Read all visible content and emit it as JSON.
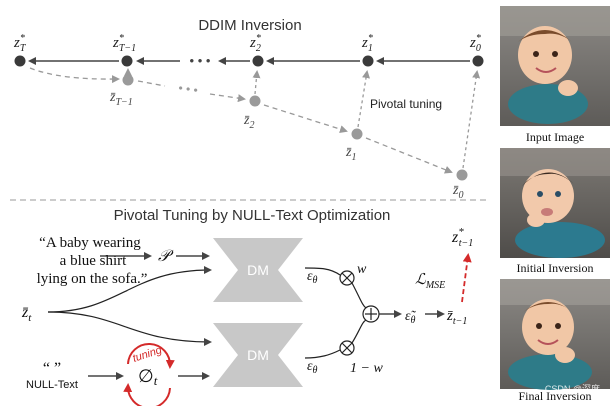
{
  "top_title": "DDIM Inversion",
  "bottom_title": "Pivotal Tuning by NULL-Text Optimization",
  "pivotal_label": "Pivotal tuning",
  "top_nodes": {
    "zT": {
      "base": "z",
      "sub": "T",
      "sup": "*"
    },
    "zT1": {
      "base": "z",
      "sub": "T−1",
      "sup": "*"
    },
    "z2": {
      "base": "z",
      "sub": "2",
      "sup": "*"
    },
    "z1": {
      "base": "z",
      "sub": "1",
      "sup": "*"
    },
    "z0": {
      "base": "z",
      "sub": "0",
      "sup": "*"
    }
  },
  "bar_nodes": {
    "zT1": {
      "base": "z̄",
      "sub": "T−1"
    },
    "z2": {
      "base": "z̄",
      "sub": "2"
    },
    "z1": {
      "base": "z̄",
      "sub": "1"
    },
    "z0": {
      "base": "z̄",
      "sub": "0"
    }
  },
  "dots": "• • •",
  "prompt_lines": [
    "“A baby wearing",
    "a blue shirt",
    "lying on the sofa.”"
  ],
  "prompt_symbol": "𝒫",
  "null_quote": "“ ”",
  "null_label": "NULL-Text",
  "tuning_label": "tuning",
  "phi_label": "∅",
  "phi_sub": "t",
  "zt_input": {
    "base": "z̄",
    "sub": "t"
  },
  "dm_label": "DM",
  "eps_label": "ε",
  "eps_sub": "θ",
  "w_label": "w",
  "one_minus_w": "1 − w",
  "times_symbol": "⊗",
  "plus_symbol": "⊕",
  "eps_tilde": {
    "base": "ε̃",
    "sub": "θ"
  },
  "zt1_bar": {
    "base": "z̄",
    "sub": "t−1"
  },
  "zt1_star": {
    "base": "z",
    "sub": "t−1",
    "sup": "*"
  },
  "loss": {
    "base": "ℒ",
    "sub": "MSE"
  },
  "captions": [
    "Input Image",
    "Initial Inversion",
    "Final Inversion"
  ],
  "watermark": "CSDN @深度",
  "colors": {
    "dark_node": "#3a3a3a",
    "light_node": "#9a9a9a",
    "red": "#d42a2a",
    "dm_fill": "#c8c8c8"
  }
}
